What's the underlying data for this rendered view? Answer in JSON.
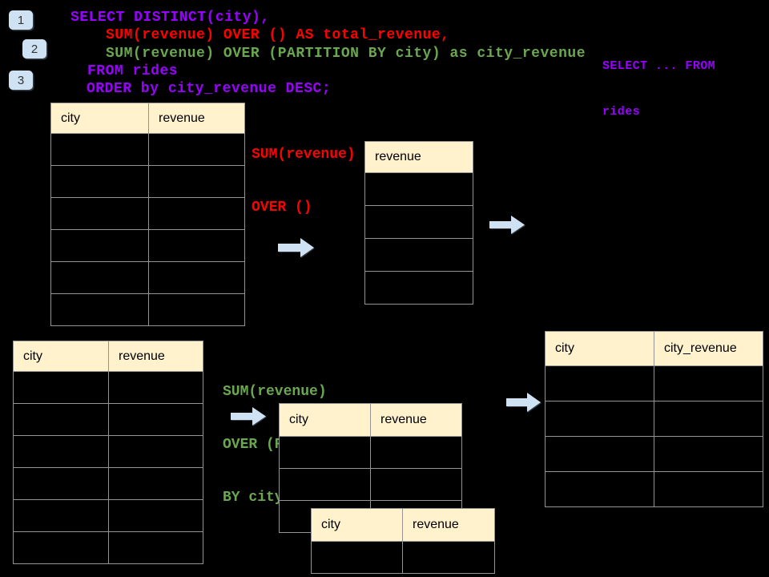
{
  "badges": [
    {
      "label": "1"
    },
    {
      "label": "2"
    },
    {
      "label": "3"
    }
  ],
  "code": {
    "lines": [
      {
        "text": "SELECT DISTINCT(city),",
        "color": "purple"
      },
      {
        "text": "SUM(revenue) OVER () AS total_revenue,",
        "color": "red"
      },
      {
        "text": "SUM(revenue) OVER (PARTITION BY city) as city_revenue",
        "color": "green"
      },
      {
        "text": "FROM rides",
        "color": "purple"
      },
      {
        "text": "ORDER by city_revenue DESC;",
        "color": "purple"
      }
    ]
  },
  "side_code": {
    "line1": "SELECT ... FROM",
    "line2": "rides"
  },
  "labels": {
    "total_revenue_fn": {
      "line1": "SUM(revenue)",
      "line2": "OVER ()"
    },
    "partition_fn": {
      "line1": "SUM(revenue)",
      "line2": "OVER (PARTITION",
      "line3": "BY city)"
    }
  },
  "tables": {
    "source_top": {
      "columns": [
        "city",
        "revenue"
      ],
      "rows": 6
    },
    "total_result": {
      "columns": [
        "revenue"
      ],
      "rows": 4
    },
    "source_bottom": {
      "columns": [
        "city",
        "revenue"
      ],
      "rows": 6
    },
    "partition_mid": {
      "columns": [
        "city",
        "revenue"
      ],
      "rows": 3
    },
    "partition_overlap": {
      "columns": [
        "city",
        "revenue"
      ],
      "rows": 1
    },
    "city_revenue_result": {
      "columns": [
        "city",
        "city_revenue"
      ],
      "rows": 4
    }
  },
  "colors": {
    "background": "#000000",
    "sql_purple": "#9900ff",
    "sql_red": "#ff0000",
    "sql_green": "#6aa84f",
    "table_header_bg": "#fff2cc",
    "table_border": "#949494",
    "arrow_fill": "#cfe2f3",
    "badge_bg": "#cfe2f3"
  }
}
